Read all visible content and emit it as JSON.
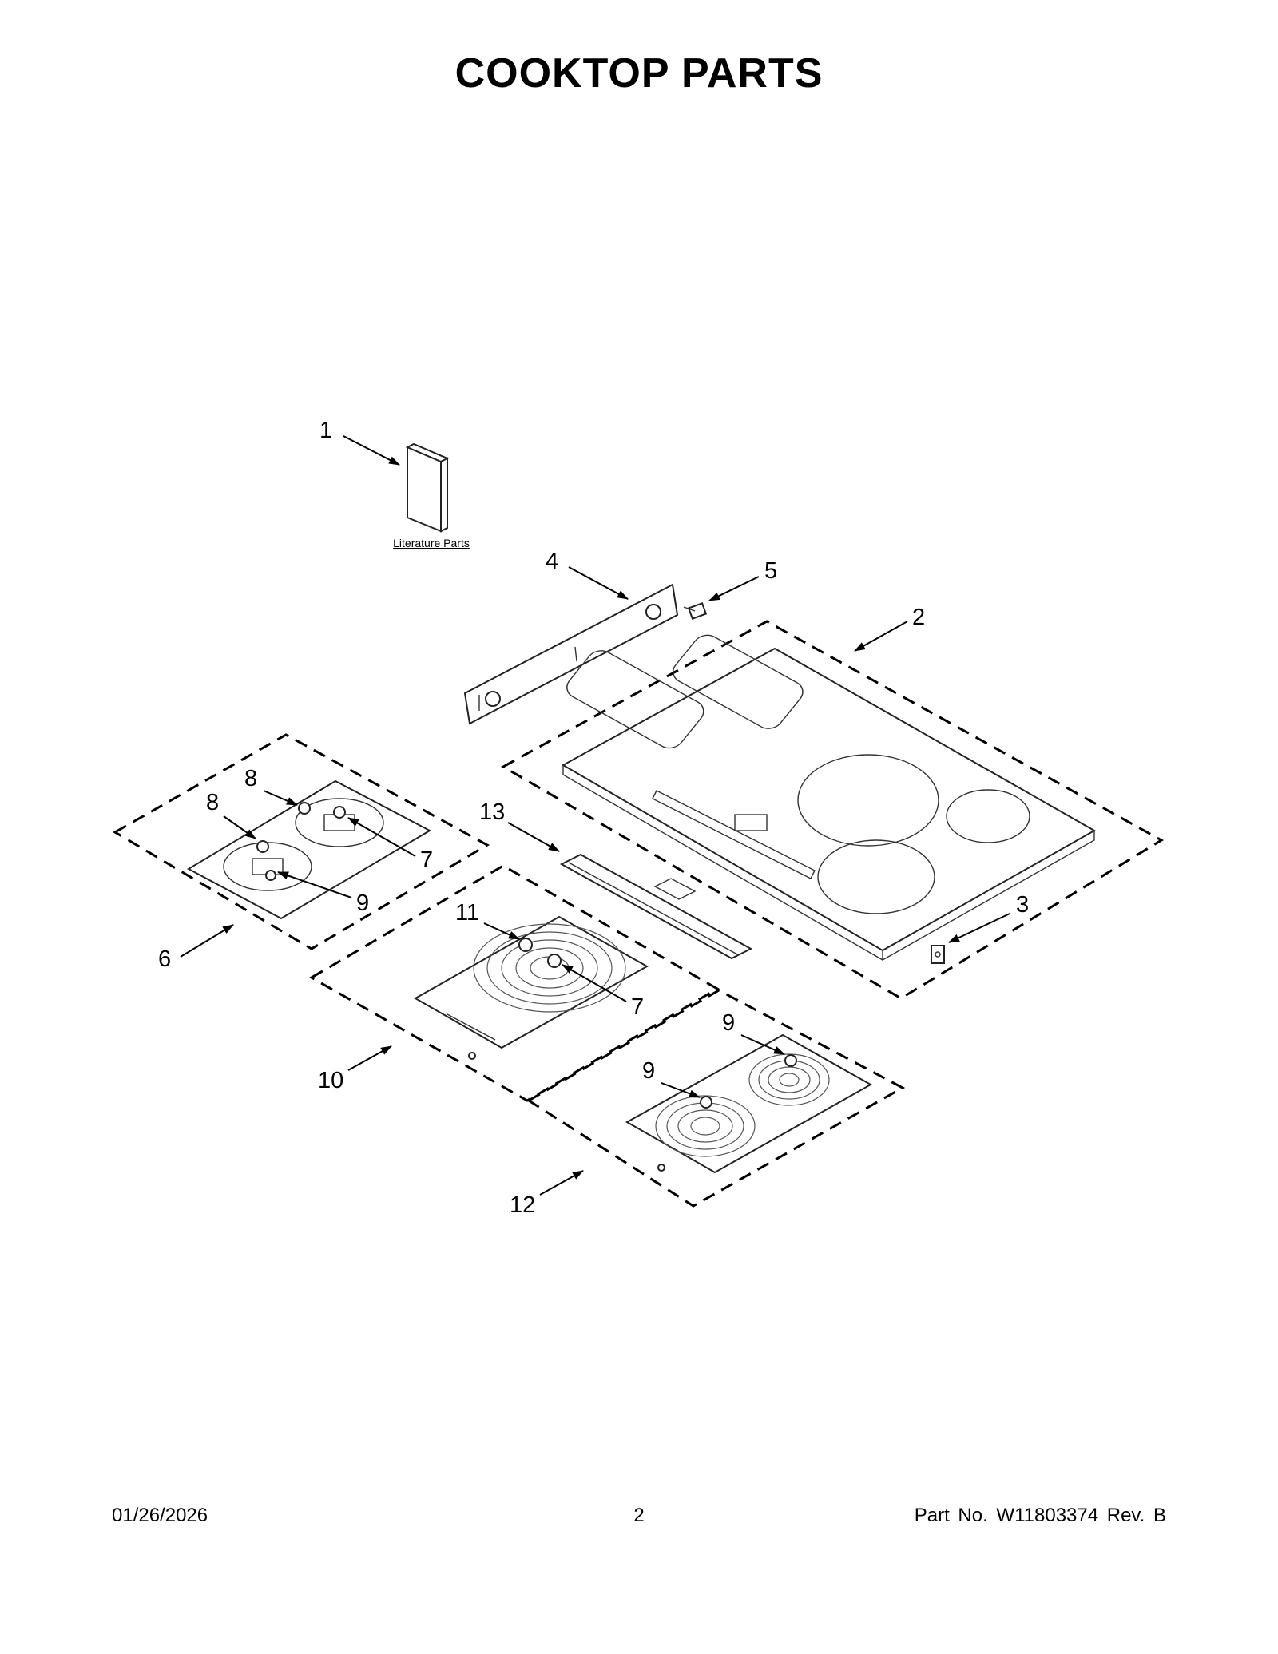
{
  "page": {
    "title": "COOKTOP PARTS",
    "date": "01/26/2026",
    "page_number": "2",
    "part_number": "Part No.  W11803374  Rev.  B"
  },
  "labels": {
    "literature": "Literature Parts"
  },
  "callouts": [
    "1",
    "2",
    "3",
    "4",
    "5",
    "6",
    "7",
    "7",
    "8",
    "8",
    "9",
    "9",
    "9",
    "10",
    "11",
    "12",
    "13"
  ]
}
